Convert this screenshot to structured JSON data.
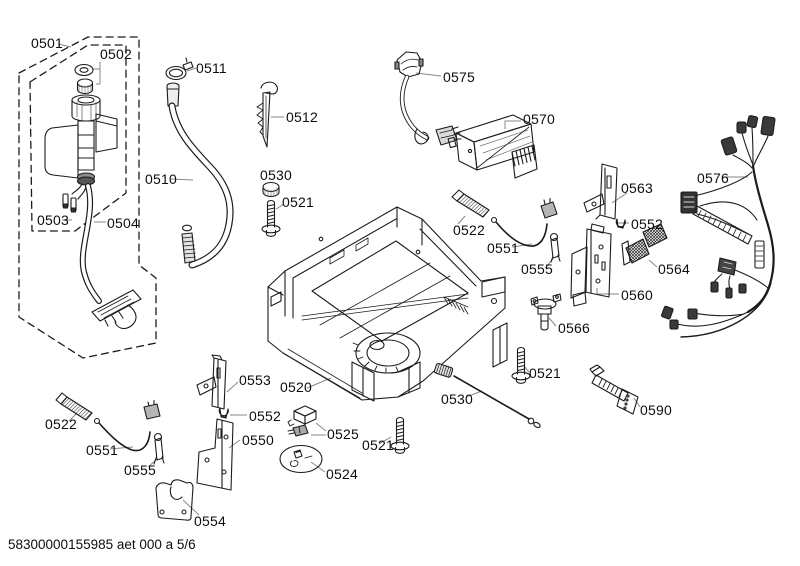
{
  "diagram": {
    "labels": {
      "l0501": "0501",
      "l0502": "0502",
      "l0503": "0503",
      "l0504": "0504",
      "l0510": "0510",
      "l0511": "0511",
      "l0512": "0512",
      "l0520": "0520",
      "l0521_top": "0521",
      "l0521_mid": "0521",
      "l0521_right": "0521",
      "l0522_right": "0522",
      "l0522_left": "0522",
      "l0524": "0524",
      "l0525": "0525",
      "l0530_top": "0530",
      "l0530_bottom": "0530",
      "l0550": "0550",
      "l0551_right": "0551",
      "l0551_left": "0551",
      "l0552_right": "0552",
      "l0552_left": "0552",
      "l0553": "0553",
      "l0554": "0554",
      "l0555_right": "0555",
      "l0555_left": "0555",
      "l0560": "0560",
      "l0563": "0563",
      "l0564": "0564",
      "l0566": "0566",
      "l0570": "0570",
      "l0575": "0575",
      "l0576": "0576",
      "l0590": "0590"
    },
    "footer": "58300000155985 aet 000 a 5/6"
  }
}
